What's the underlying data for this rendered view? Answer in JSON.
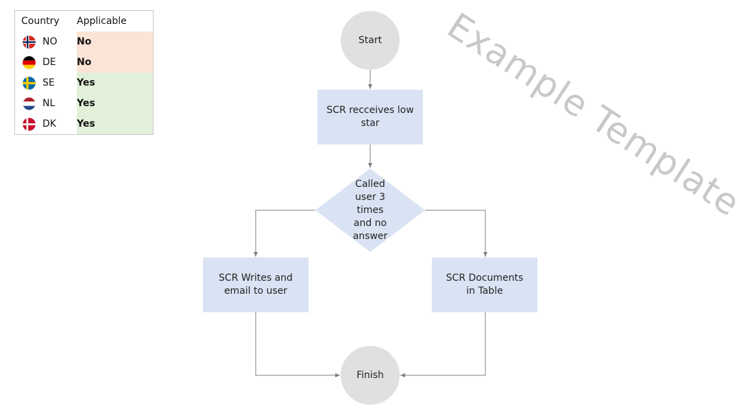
{
  "table": {
    "header_country": "Country",
    "header_applicable": "Applicable",
    "rows": [
      {
        "code": "NO",
        "applicable": "No",
        "flag_icon": "norway-flag-icon",
        "status_color": "#fbe4d6"
      },
      {
        "code": "DE",
        "applicable": "No",
        "flag_icon": "germany-flag-icon",
        "status_color": "#fbe4d6"
      },
      {
        "code": "SE",
        "applicable": "Yes",
        "flag_icon": "sweden-flag-icon",
        "status_color": "#e2efd9"
      },
      {
        "code": "NL",
        "applicable": "Yes",
        "flag_icon": "netherlands-flag-icon",
        "status_color": "#e2efd9"
      },
      {
        "code": "DK",
        "applicable": "Yes",
        "flag_icon": "denmark-flag-icon",
        "status_color": "#e2efd9"
      }
    ]
  },
  "flow": {
    "start": "Start",
    "step1_line1": "SCR recceives low",
    "step1_line2": "star",
    "decision_line1": "Called",
    "decision_line2": "user 3",
    "decision_line3": "times",
    "decision_line4": "and no",
    "decision_line5": "answer",
    "left_line1": "SCR Writes and",
    "left_line2": "email to user",
    "right_line1": "SCR Documents",
    "right_line2": "in Table",
    "finish": "Finish"
  },
  "watermark": "Example Template",
  "colors": {
    "box_fill": "#dae3f3",
    "circle_fill": "#e0e0e0",
    "connector": "#7f7f7f",
    "no_fill": "#fbe4d6",
    "yes_fill": "#e2efd9"
  }
}
